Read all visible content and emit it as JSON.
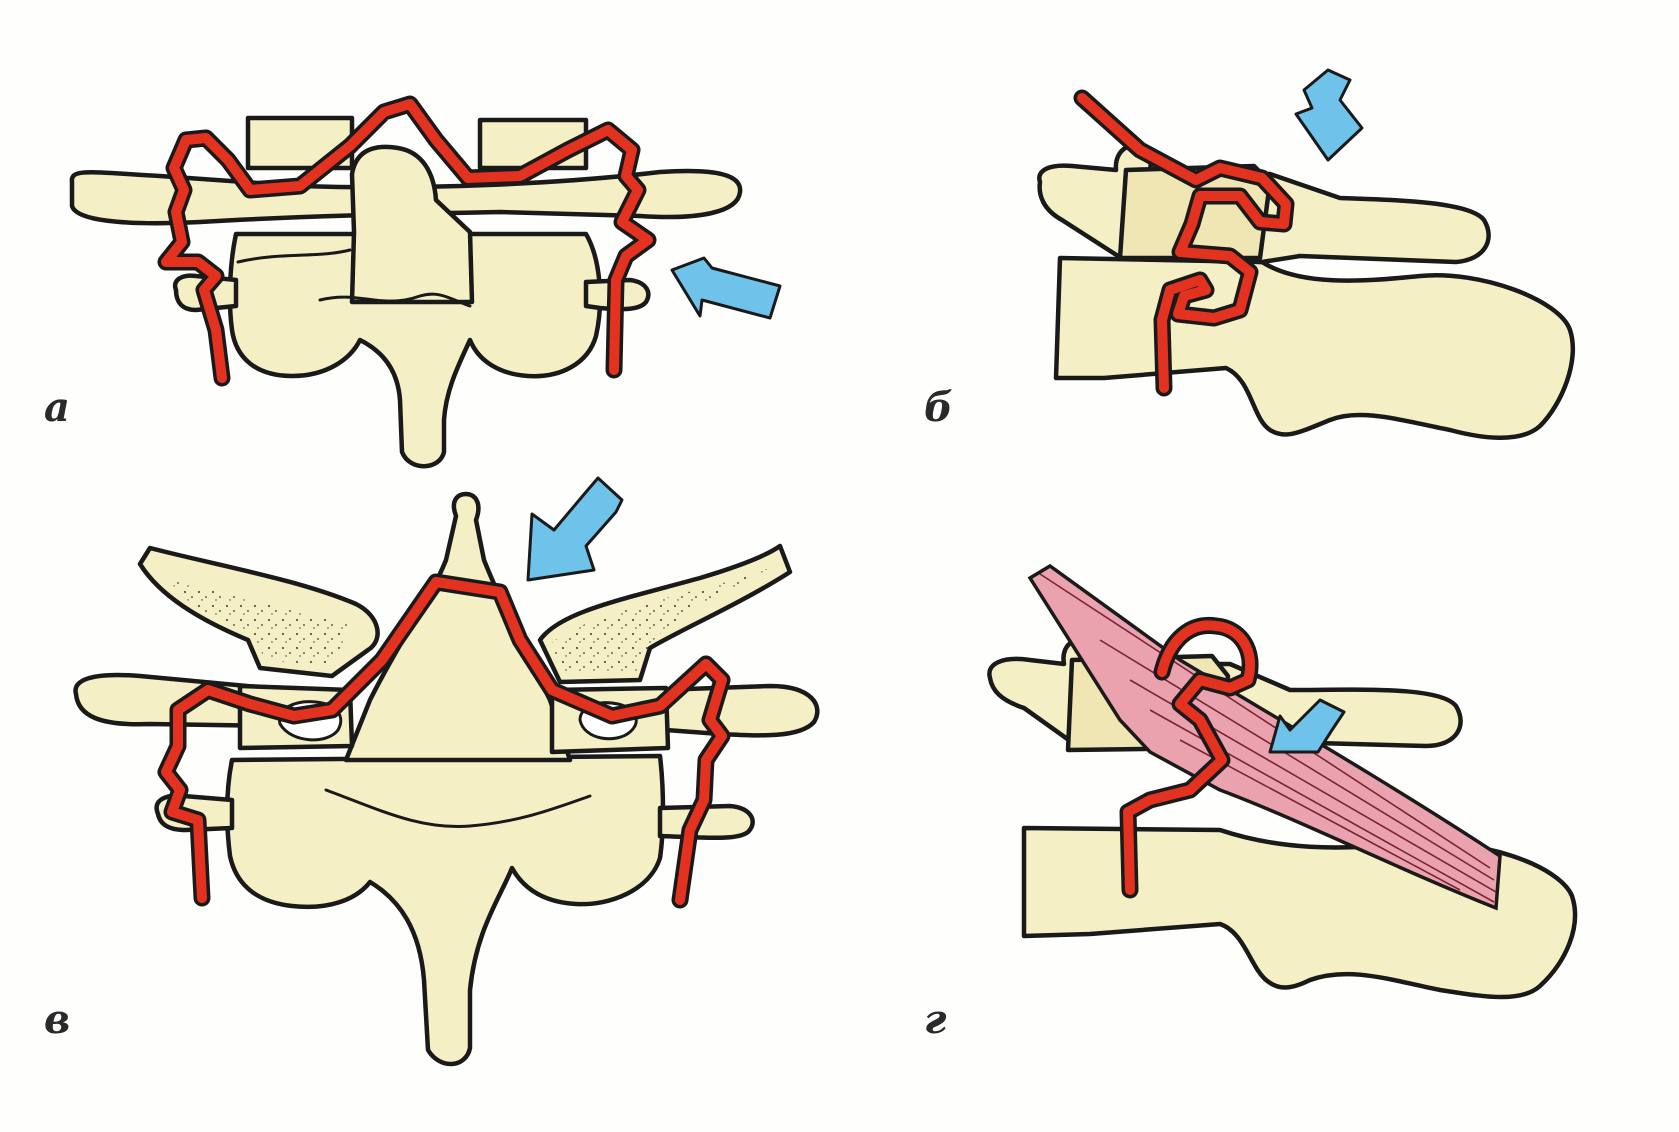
{
  "panels": [
    {
      "id": "a",
      "label": "а"
    },
    {
      "id": "b",
      "label": "б"
    },
    {
      "id": "v",
      "label": "в"
    },
    {
      "id": "g",
      "label": "г"
    }
  ],
  "colors": {
    "bone": "#f5efc6",
    "bone_shaded": "#efe6b4",
    "artery": "#e3321f",
    "arrow": "#6fc3ea",
    "muscle": "#e9a2ae",
    "outline": "#1a1a1a"
  }
}
